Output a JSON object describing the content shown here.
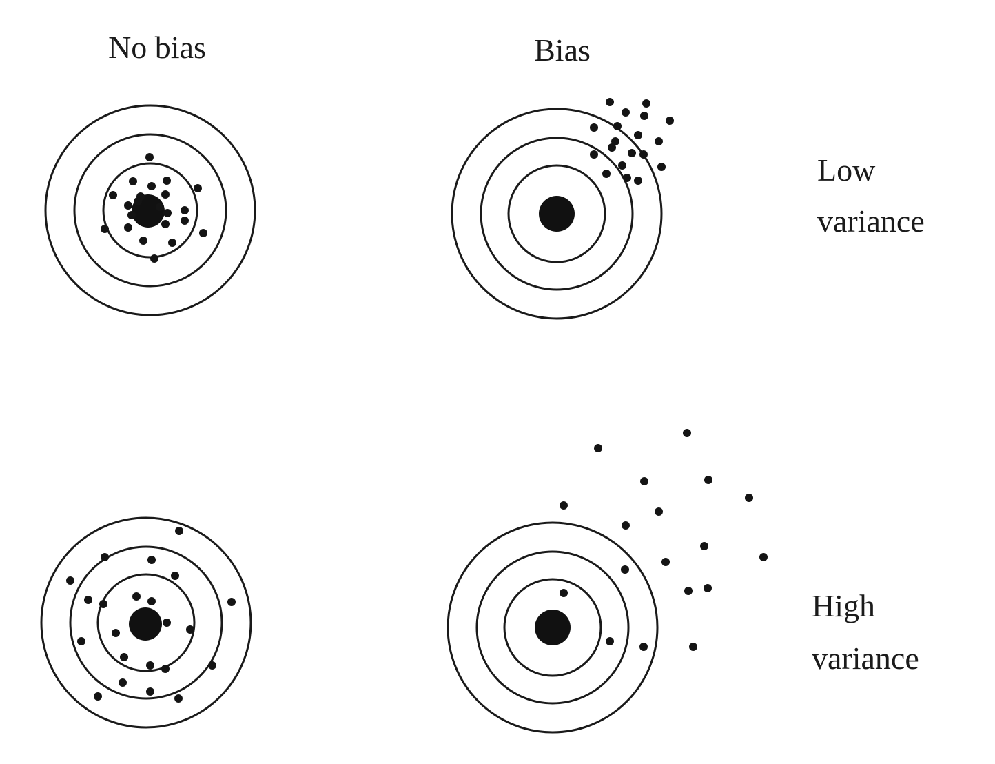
{
  "labels": {
    "no_bias": "No bias",
    "bias": "Bias",
    "low_variance_line1": "Low",
    "low_variance_line2": "variance",
    "high_variance_line1": "High",
    "high_variance_line2": "variance"
  },
  "colors": {
    "ink": "#141414",
    "background": "#ffffff"
  }
}
